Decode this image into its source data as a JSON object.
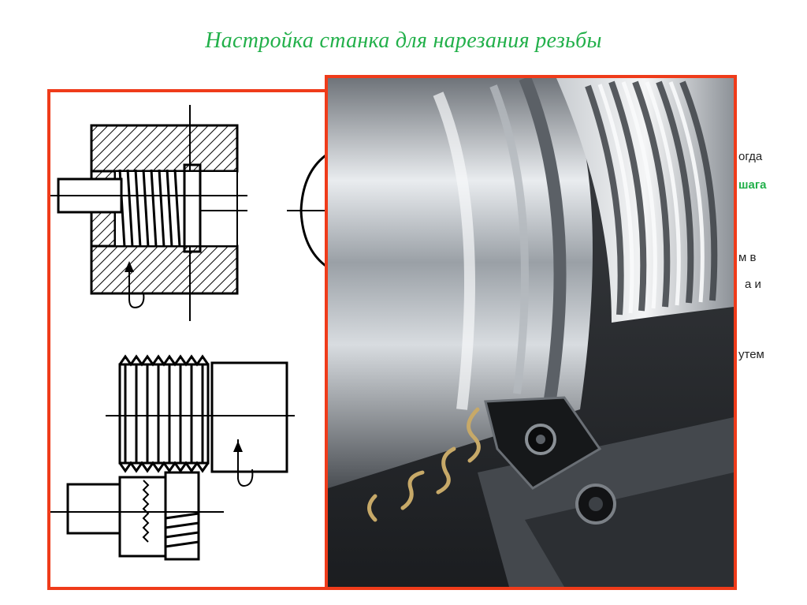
{
  "slide": {
    "title": "Настройка станка для нарезания резьбы",
    "background_text": [
      "огда",
      "шага",
      "м  в",
      "а  и",
      "утем"
    ]
  },
  "colors": {
    "title": "#22b04a",
    "frame_border": "#ef3b1a",
    "accent_green_text": "#22b04a"
  },
  "figures": {
    "drawing": "thread-cutting-schematic",
    "photo": "threaded-shaft-lathe-tool"
  }
}
